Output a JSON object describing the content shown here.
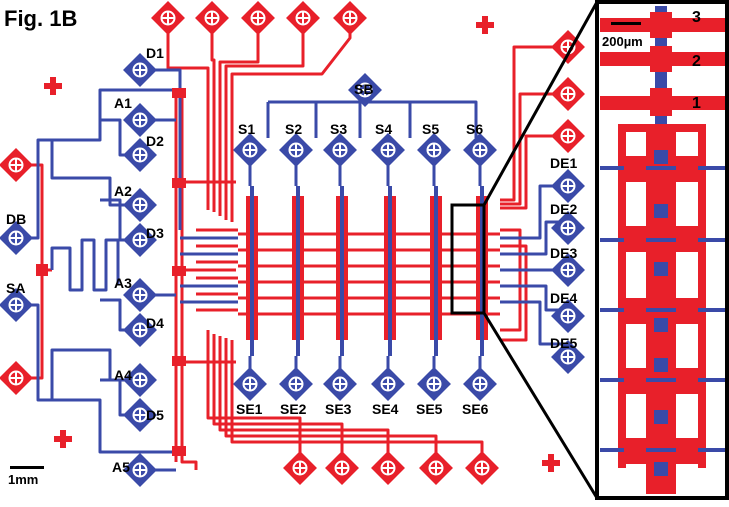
{
  "figure": {
    "title": "Fig. 1B",
    "scale_bar_main": "1mm",
    "scale_bar_inset": "200µm",
    "colors": {
      "red": "#e8202a",
      "blue": "#3a4aa8",
      "frame": "#000000"
    }
  },
  "labels": {
    "left": [
      "D1",
      "A1",
      "D2",
      "A2",
      "D3",
      "A3",
      "D4",
      "A4",
      "D5",
      "A5",
      "DB",
      "SA"
    ],
    "top": [
      "SB",
      "S1",
      "S2",
      "S3",
      "S4",
      "S5",
      "S6"
    ],
    "bottom": [
      "SE1",
      "SE2",
      "SE3",
      "SE4",
      "SE5",
      "SE6"
    ],
    "right": [
      "DE1",
      "DE2",
      "DE3",
      "DE4",
      "DE5"
    ],
    "inset": [
      "3",
      "2",
      "1"
    ]
  }
}
